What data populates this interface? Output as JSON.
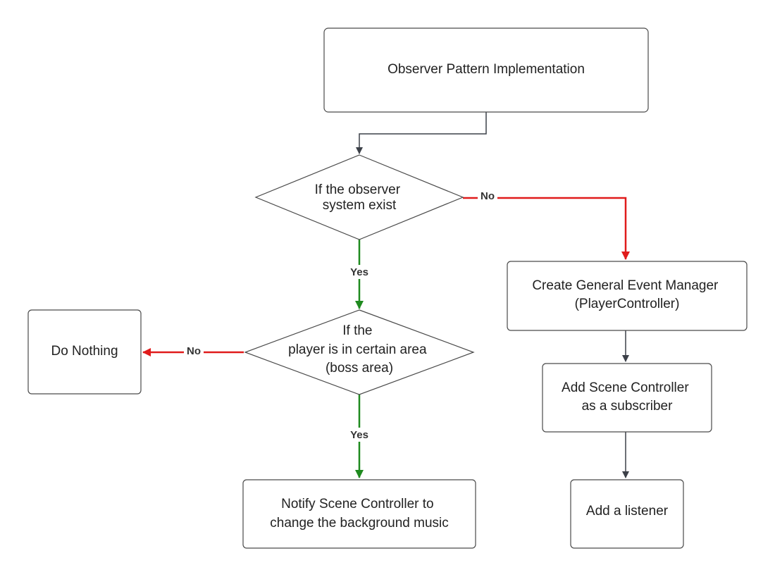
{
  "colors": {
    "node_border": "#4a4a4a",
    "node_fill": "#ffffff",
    "text": "#222222",
    "edge_default": "#3c4048",
    "edge_yes": "#1f8a1f",
    "edge_no": "#e01b1b"
  },
  "nodes": {
    "title": {
      "lines": [
        "Observer Pattern Implementation"
      ]
    },
    "observer_check": {
      "lines": [
        "If the observer",
        "system exist"
      ]
    },
    "create_manager": {
      "lines": [
        "Create General Event Manager",
        "(PlayerController)"
      ]
    },
    "add_subscriber": {
      "lines": [
        "Add Scene Controller",
        "as a subscriber"
      ]
    },
    "add_listener": {
      "lines": [
        "Add a listener"
      ]
    },
    "area_check": {
      "lines": [
        "If the",
        "player is in certain area",
        "(boss area)"
      ]
    },
    "do_nothing": {
      "lines": [
        "Do Nothing"
      ]
    },
    "notify": {
      "lines": [
        "Notify Scene Controller to",
        "change the background music"
      ]
    }
  },
  "edges": {
    "observer_no": {
      "label": "No"
    },
    "observer_yes": {
      "label": "Yes"
    },
    "area_no": {
      "label": "No"
    },
    "area_yes": {
      "label": "Yes"
    }
  }
}
